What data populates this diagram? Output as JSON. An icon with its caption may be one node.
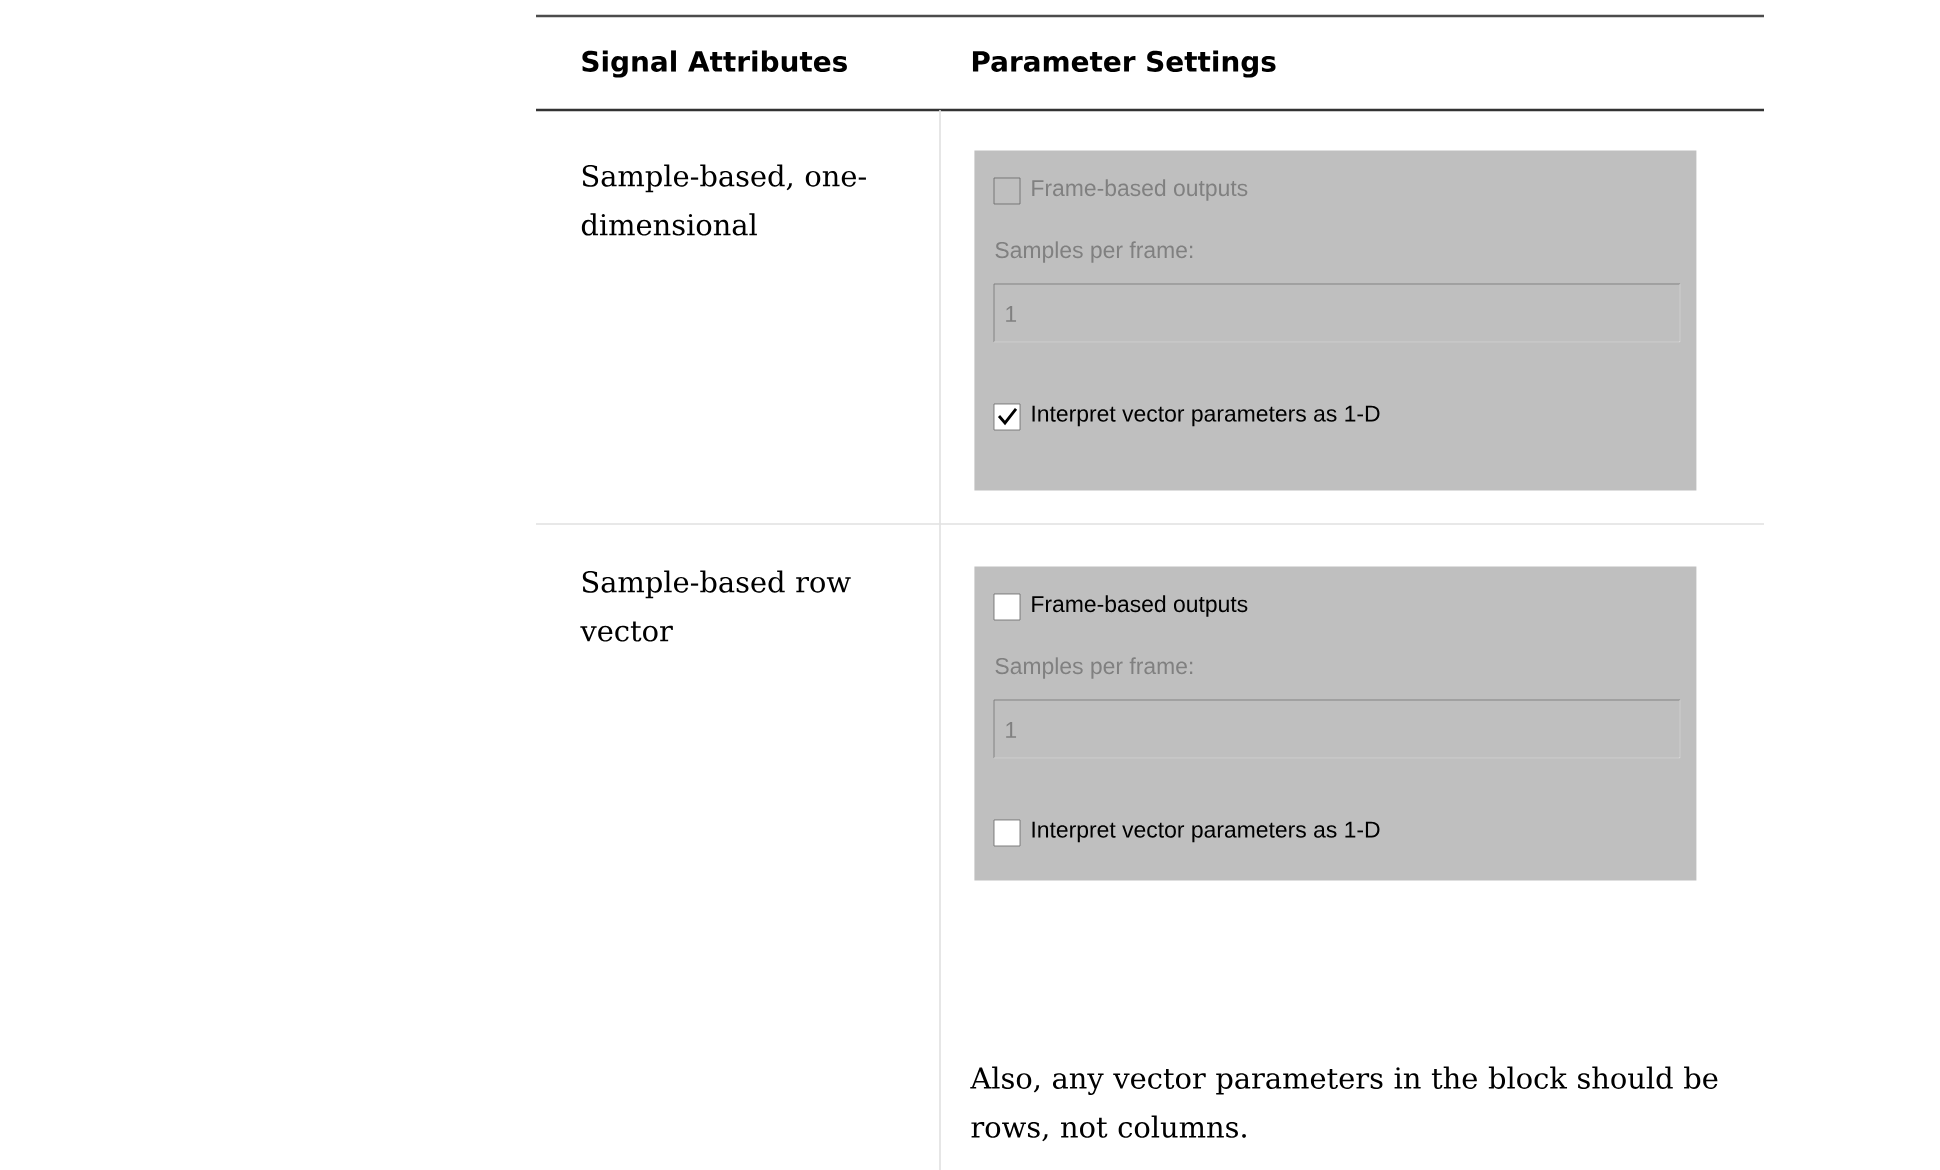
{
  "diagram": {
    "nodes": [
      {
        "text": [
          "Frame-based outputs",
          "Samples per frame:",
          "1",
          "Interpret vector parameters as 1-D"
        ]
      },
      {
        "text": [
          "Frame-based outputs",
          "Samples per frame:",
          "1",
          "Interpret vector parameters as 1-D"
        ]
      }
    ],
    "labels": [
      "Signal Attributes",
      "Parameter Settings",
      "Sample-based, one-dimensional",
      "Sample-based row vector",
      "Also, any vector parameters in the block should be rows, not columns."
    ]
  }
}
